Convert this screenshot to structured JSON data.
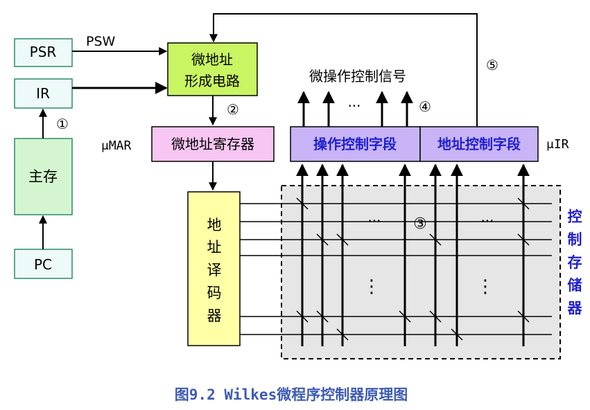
{
  "boxes": {
    "psr": "PSR",
    "ir": "IR",
    "main_memory": "主存",
    "pc": "PC",
    "addr_gen_line1": "微地址",
    "addr_gen_line2": "形成电路",
    "umar_reg": "微地址寄存器",
    "decoder_chars": [
      "地",
      "址",
      "译",
      "码",
      "器"
    ],
    "op_field": "操作控制字段",
    "addr_field": "地址控制字段"
  },
  "labels": {
    "psw": "PSW",
    "umar": "μMAR",
    "uir": "μIR",
    "micro_op_signals": "微操作控制信号",
    "step1": "①",
    "step2": "②",
    "step3": "③",
    "step4": "④",
    "step5": "⑤",
    "dots_h_signals": "···",
    "dots_h_grid1": "···",
    "dots_h_grid2": "···",
    "dots_v_grid1": "⋮",
    "dots_v_grid2": "⋮",
    "control_store_chars": [
      "控",
      "制",
      "存",
      "储",
      "器"
    ]
  },
  "caption": "图9.2 Wilkes微程序控制器原理图",
  "colors": {
    "memory_green": "#d4f5cf",
    "addr_gen_green": "#c9f562",
    "umar_pink": "#f7c6f2",
    "uir_purple": "#c8b4f7",
    "decoder_yellow": "#ffffa6",
    "grid_gray": "#e6e6e6",
    "reg_blue_fill": "#eef9f9",
    "label_blue": "#1f1fd0",
    "caption_blue": "#3d5bb3"
  }
}
